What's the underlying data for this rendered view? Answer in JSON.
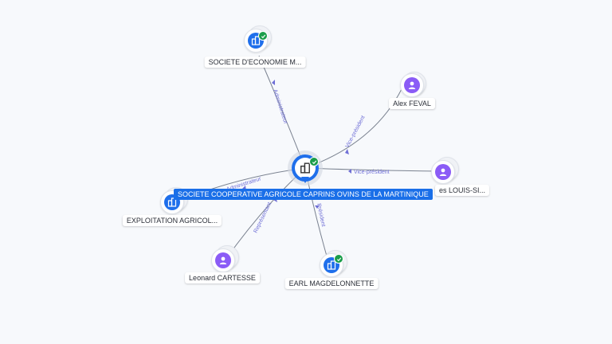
{
  "center": {
    "label": "SOCIETE COOPERATIVE AGRICOLE CAPRINS OVINS DE LA MARTINIQUE",
    "icon": "building-icon",
    "verified": true
  },
  "nodes": [
    {
      "id": "n1",
      "label": "SOCIETE D'ECONOMIE M...",
      "kind": "company",
      "icon": "building-icon",
      "verified": true
    },
    {
      "id": "n2",
      "label": "Alex FEVAL",
      "kind": "person",
      "icon": "person-icon",
      "verified": false
    },
    {
      "id": "n3",
      "label": "es LOUIS-SI...",
      "kind": "person",
      "icon": "person-icon",
      "verified": false
    },
    {
      "id": "n4",
      "label": "EXPLOITATION AGRICOL...",
      "kind": "company",
      "icon": "building-icon",
      "verified": false
    },
    {
      "id": "n5",
      "label": "Leonard CARTESSE",
      "kind": "person",
      "icon": "person-icon",
      "verified": false
    },
    {
      "id": "n6",
      "label": "EARL MAGDELONNETTE",
      "kind": "company",
      "icon": "building-icon",
      "verified": true
    }
  ],
  "edges": [
    {
      "target": "n1",
      "label": "Administrateur"
    },
    {
      "target": "n2",
      "label": "Vice-président"
    },
    {
      "target": "n3",
      "label": "Vice-président"
    },
    {
      "target": "n4",
      "label": "Administrateur"
    },
    {
      "target": "n5",
      "label": "Représentant"
    },
    {
      "target": "n6",
      "label": "Président"
    }
  ],
  "colors": {
    "company": "#1f6feb",
    "person": "#8b5cf6",
    "verified": "#1a9d4a",
    "edge_label": "#6f6fd6",
    "center_label_bg": "#1a6fe8"
  }
}
